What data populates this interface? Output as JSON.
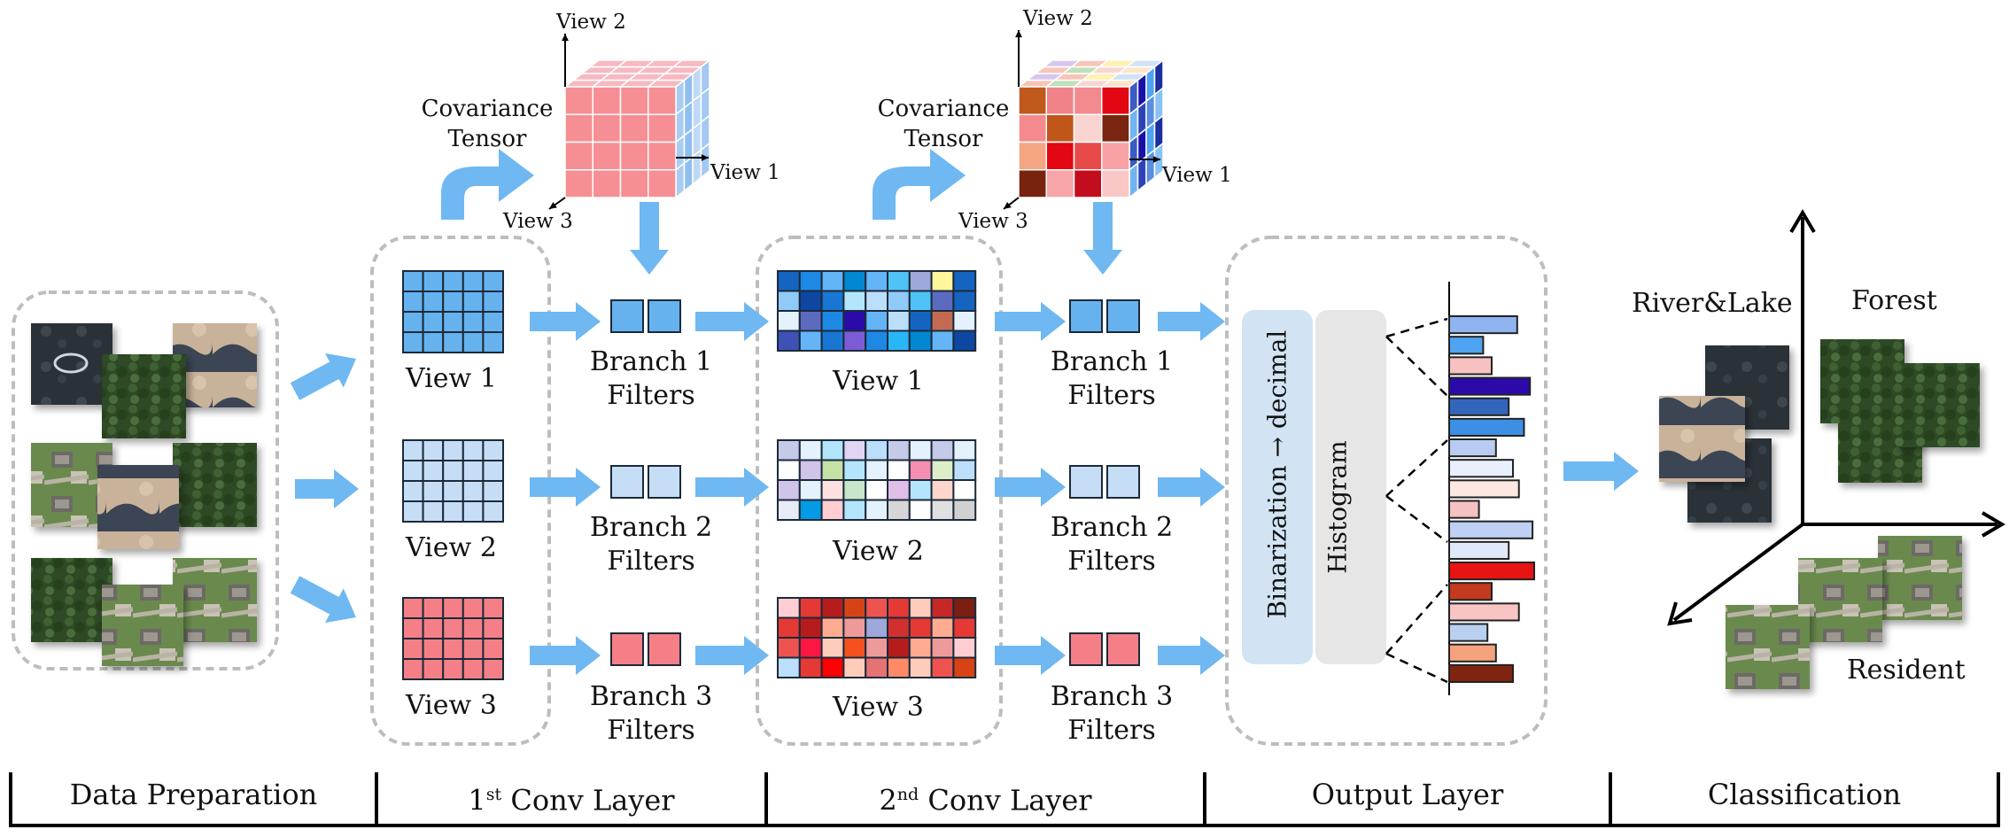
{
  "colors": {
    "arrow": "#6fb8f2",
    "view1": "#66b2ee",
    "view2": "#c6def5",
    "view3": "#f57f86",
    "panel_border": "#bfbfbf",
    "bar_binarize": "#d2e4f3",
    "bar_histogram": "#e6e6e6"
  },
  "cube1": {
    "title": "Covariance\nTensor",
    "axes": {
      "up": "View 2",
      "right": "View 1",
      "down": "View 3"
    }
  },
  "cube2": {
    "title": "Covariance\nTensor",
    "axes": {
      "up": "View 2",
      "right": "View 1",
      "down": "View 3"
    }
  },
  "conv1": {
    "views": [
      "View 1",
      "View 2",
      "View 3"
    ],
    "filters": [
      "Branch 1\nFilters",
      "Branch 2\nFilters",
      "Branch 3\nFilters"
    ]
  },
  "conv2": {
    "views": [
      "View 1",
      "View 2",
      "View 3"
    ],
    "filters": [
      "Branch 1\nFilters",
      "Branch 2\nFilters",
      "Branch 3\nFilters"
    ],
    "grid_view1": [
      [
        "#1565c0",
        "#1e88e5",
        "#64b5f6",
        "#0288d1",
        "#64b5f6",
        "#4fc3f7",
        "#9fa8da",
        "#fff59d",
        "#1565c0"
      ],
      [
        "#90caf9",
        "#0d47a1",
        "#1976d2",
        "#b3e5fc",
        "#bbdefb",
        "#90caf9",
        "#4fc3f7",
        "#5c6bc0",
        "#1565c0"
      ],
      [
        "#e3f2fd",
        "#5c6bc0",
        "#1e88e5",
        "#2a0aa8",
        "#64b5f6",
        "#bbdefb",
        "#1565c0",
        "#c46a50",
        "#e3f2fd"
      ],
      [
        "#3f51b5",
        "#64b5f6",
        "#1976d2",
        "#7c5cd6",
        "#1e88e5",
        "#29b6f6",
        "#0288d1",
        "#64b5f6",
        "#0d47a1"
      ]
    ],
    "grid_view2": [
      [
        "#c5cae9",
        "#e3f2fd",
        "#b3e5fc",
        "#e1d5f5",
        "#bbdefb",
        "#c5cae9",
        "#e3f2fd",
        "#c5cae9",
        "#e3f2fd"
      ],
      [
        "#ffffff",
        "#d1c4e9",
        "#c5e1a5",
        "#b3e5fc",
        "#e3f2fd",
        "#ffffff",
        "#f48fb1",
        "#dcedc8",
        "#bbdefb"
      ],
      [
        "#d1c4e9",
        "#e3f2fd",
        "#ffe0e0",
        "#c8e6c9",
        "#ffffff",
        "#e1bee7",
        "#b3e5fc",
        "#ffd6cc",
        "#ffffff"
      ],
      [
        "#e8eaf6",
        "#039be5",
        "#ffcdd2",
        "#b3e5fc",
        "#e3f2fd",
        "#d6d6d6",
        "#ffffff",
        "#e0e0e0",
        "#d1d1d1"
      ]
    ],
    "grid_view3": [
      [
        "#ffcdd2",
        "#e53935",
        "#b71c1c",
        "#d84315",
        "#ef5350",
        "#e53935",
        "#ffccbc",
        "#c62828",
        "#7b1f12"
      ],
      [
        "#e53935",
        "#b71c1c",
        "#ffab91",
        "#ef9a9a",
        "#9fa8da",
        "#d32f2f",
        "#e53935",
        "#ffab91",
        "#e53935"
      ],
      [
        "#ef5350",
        "#ff1744",
        "#ffccbc",
        "#f4511e",
        "#ef9a9a",
        "#b71c1c",
        "#ffab91",
        "#ef9a9a",
        "#ffcdd2"
      ],
      [
        "#bbdefb",
        "#e53935",
        "#ff0000",
        "#ffccbc",
        "#e57373",
        "#ff8a65",
        "#ffccbc",
        "#ef5350",
        "#d84315"
      ]
    ]
  },
  "output": {
    "binarize_label": "Binarization → decimal",
    "histogram_label": "Histogram",
    "hist_bars": [
      {
        "value": 0.8,
        "color": "#8fb4f0"
      },
      {
        "value": 0.4,
        "color": "#4fa3f0"
      },
      {
        "value": 0.5,
        "color": "#f6c1c1"
      },
      {
        "value": 0.95,
        "color": "#2b0aa9"
      },
      {
        "value": 0.7,
        "color": "#3366bb"
      },
      {
        "value": 0.88,
        "color": "#3d8fe6"
      },
      {
        "value": 0.55,
        "color": "#b7ccf0"
      },
      {
        "value": 0.75,
        "color": "#e7f0fb"
      },
      {
        "value": 0.82,
        "color": "#fde7e1"
      },
      {
        "value": 0.35,
        "color": "#f6c1c1"
      },
      {
        "value": 0.98,
        "color": "#bed0f3"
      },
      {
        "value": 0.7,
        "color": "#dfe9fa"
      },
      {
        "value": 1.0,
        "color": "#e81313"
      },
      {
        "value": 0.5,
        "color": "#c33a1e"
      },
      {
        "value": 0.82,
        "color": "#f8c4c4"
      },
      {
        "value": 0.45,
        "color": "#b9d0f0"
      },
      {
        "value": 0.55,
        "color": "#f4a37e"
      },
      {
        "value": 0.75,
        "color": "#7e2410"
      }
    ]
  },
  "classification": {
    "classes": [
      "River&Lake",
      "Forest",
      "Resident"
    ]
  },
  "stages": [
    {
      "main": "Data Preparation",
      "sup": "",
      "rest": ""
    },
    {
      "main": "1",
      "sup": "st",
      "rest": " Conv Layer"
    },
    {
      "main": "2",
      "sup": "nd",
      "rest": " Conv Layer"
    },
    {
      "main": "Output Layer",
      "sup": "",
      "rest": ""
    },
    {
      "main": "Classification",
      "sup": "",
      "rest": ""
    }
  ]
}
